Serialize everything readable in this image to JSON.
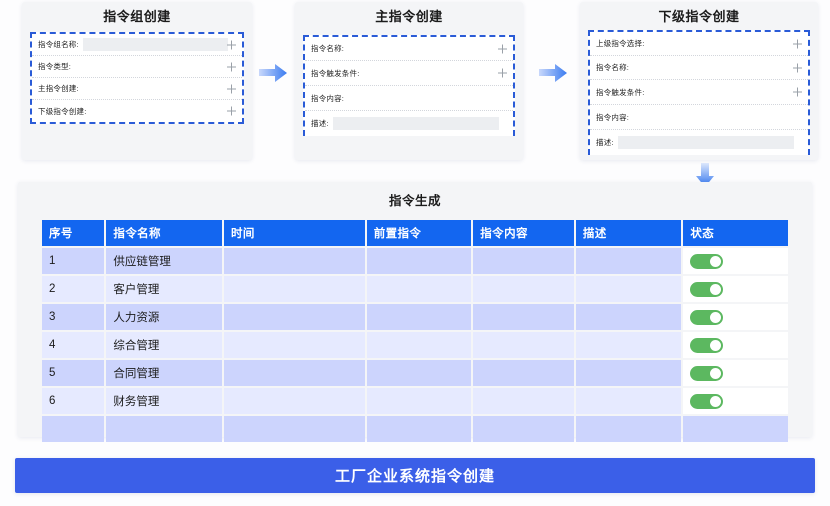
{
  "flow": {
    "cards": [
      {
        "title": "指令组创建",
        "fields": [
          {
            "label": "指令组名称:",
            "plus": true,
            "shaded": true
          },
          {
            "label": "指令类型:",
            "plus": true,
            "shaded": false
          },
          {
            "label": "主指令创建:",
            "plus": true,
            "shaded": false
          },
          {
            "label": "下级指令创建:",
            "plus": true,
            "shaded": false
          }
        ]
      },
      {
        "title": "主指令创建",
        "fields": [
          {
            "label": "指令名称:",
            "plus": true,
            "shaded": false
          },
          {
            "label": "指令触发条件:",
            "plus": true,
            "shaded": false
          },
          {
            "label": "指令内容:",
            "plus": false,
            "shaded": false
          },
          {
            "label": "描述:",
            "plus": false,
            "shaded": true
          }
        ]
      },
      {
        "title": "下级指令创建",
        "fields": [
          {
            "label": "上级指令选择:",
            "plus": true,
            "shaded": false
          },
          {
            "label": "指令名称:",
            "plus": true,
            "shaded": false
          },
          {
            "label": "指令触发条件:",
            "plus": true,
            "shaded": false
          },
          {
            "label": "指令内容:",
            "plus": false,
            "shaded": false
          },
          {
            "label": "描述:",
            "plus": false,
            "shaded": true
          }
        ]
      }
    ],
    "arrows": [
      {
        "name": "arrow-card1-to-card2",
        "direction": "right"
      },
      {
        "name": "arrow-card2-to-card3",
        "direction": "right"
      },
      {
        "name": "arrow-card3-to-table",
        "direction": "down"
      }
    ]
  },
  "table_panel": {
    "title": "指令生成",
    "columns": [
      "序号",
      "指令名称",
      "时间",
      "前置指令",
      "指令内容",
      "描述",
      "状态"
    ],
    "rows": [
      {
        "seq": "1",
        "name": "供应链管理",
        "time": "",
        "pre": "",
        "content": "",
        "desc": "",
        "status": "on"
      },
      {
        "seq": "2",
        "name": "客户管理",
        "time": "",
        "pre": "",
        "content": "",
        "desc": "",
        "status": "on"
      },
      {
        "seq": "3",
        "name": "人力资源",
        "time": "",
        "pre": "",
        "content": "",
        "desc": "",
        "status": "on"
      },
      {
        "seq": "4",
        "name": "综合管理",
        "time": "",
        "pre": "",
        "content": "",
        "desc": "",
        "status": "on"
      },
      {
        "seq": "5",
        "name": "合同管理",
        "time": "",
        "pre": "",
        "content": "",
        "desc": "",
        "status": "on"
      },
      {
        "seq": "6",
        "name": "财务管理",
        "time": "",
        "pre": "",
        "content": "",
        "desc": "",
        "status": "on"
      },
      {
        "seq": "",
        "name": "",
        "time": "",
        "pre": "",
        "content": "",
        "desc": "",
        "status": "none"
      }
    ]
  },
  "banner": {
    "label": "工厂企业系统指令创建"
  },
  "colors": {
    "header_blue": "#1366f0",
    "banner_blue": "#3b5fe8",
    "dashed_border": "#2a5bd7",
    "row_dark": "#ccd4fd",
    "row_light": "#e6eaff",
    "toggle_green": "#5cb860",
    "card_bg": "#f4f5f7",
    "page_bg": "#fdfdfe"
  }
}
